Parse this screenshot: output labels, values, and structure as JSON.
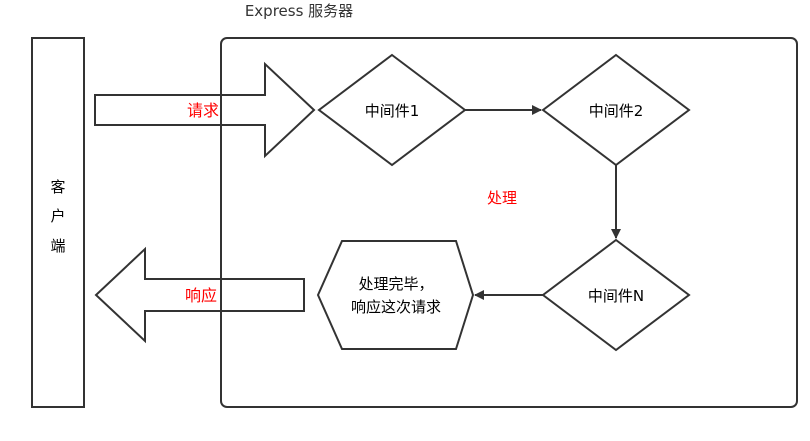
{
  "title": "Express 服务器",
  "client": [
    "客",
    "户",
    "端"
  ],
  "request_label": "请求",
  "response_label": "响应",
  "process_label": "处理",
  "middlewares": {
    "m1": "中间件1",
    "m2": "中间件2",
    "mn": "中间件N"
  },
  "done_lines": [
    "处理完毕，",
    "响应这次请求"
  ],
  "colors": {
    "stroke": "#333333",
    "red_text": "#ff0000",
    "text": "#000000",
    "background": "#ffffff"
  }
}
